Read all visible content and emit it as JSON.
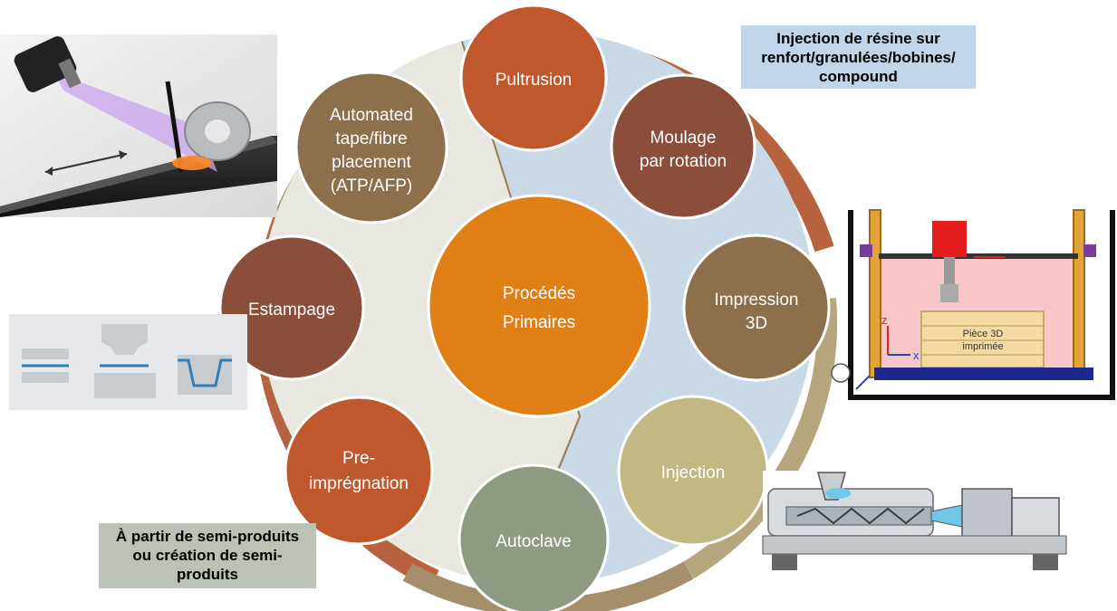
{
  "center": {
    "lines": [
      "Procédés",
      "Primaires"
    ],
    "color": "#e07f16"
  },
  "nodes": [
    {
      "id": "pultrusion",
      "lines": [
        "Pultrusion"
      ],
      "color": "#c0582d"
    },
    {
      "id": "moulage-rotation",
      "lines": [
        "Moulage",
        "par rotation"
      ],
      "color": "#8a4e3b"
    },
    {
      "id": "impression-3d",
      "lines": [
        "Impression",
        "3D"
      ],
      "color": "#8d6f4c"
    },
    {
      "id": "injection",
      "lines": [
        "Injection"
      ],
      "color": "#c2b883"
    },
    {
      "id": "autoclave",
      "lines": [
        "Autoclave"
      ],
      "color": "#8e9b82"
    },
    {
      "id": "pre-impregnation",
      "lines": [
        "Pre-",
        "imprégnation"
      ],
      "color": "#c0582d"
    },
    {
      "id": "estampage",
      "lines": [
        "Estampage"
      ],
      "color": "#8a4e3b"
    },
    {
      "id": "atp-afp",
      "lines": [
        "Automated",
        "tape/fibre",
        "placement",
        "(ATP/AFP)"
      ],
      "color": "#8d6f4c"
    }
  ],
  "notes": {
    "injection_resine": {
      "lines": [
        "Injection de résine sur",
        "renfort/granulées/bobines/",
        "compound"
      ],
      "background": "#bfd5ea"
    },
    "semi_produits": {
      "lines": [
        "À partir de semi-produits",
        "ou création de semi-",
        "produits"
      ],
      "background": "#bbc3b6"
    }
  },
  "illustrations": {
    "printer_3d": {
      "label_lines": [
        "Pièce 3D",
        "imprimée"
      ],
      "axis_z": "z",
      "axis_x": "x"
    }
  },
  "colors": {
    "ring_brown": "#b8633f",
    "ring_olive": "#a48f6a",
    "ring_khaki": "#b6a67d",
    "left_fill": "#e8e8e0",
    "right_fill": "#c9dae6"
  }
}
